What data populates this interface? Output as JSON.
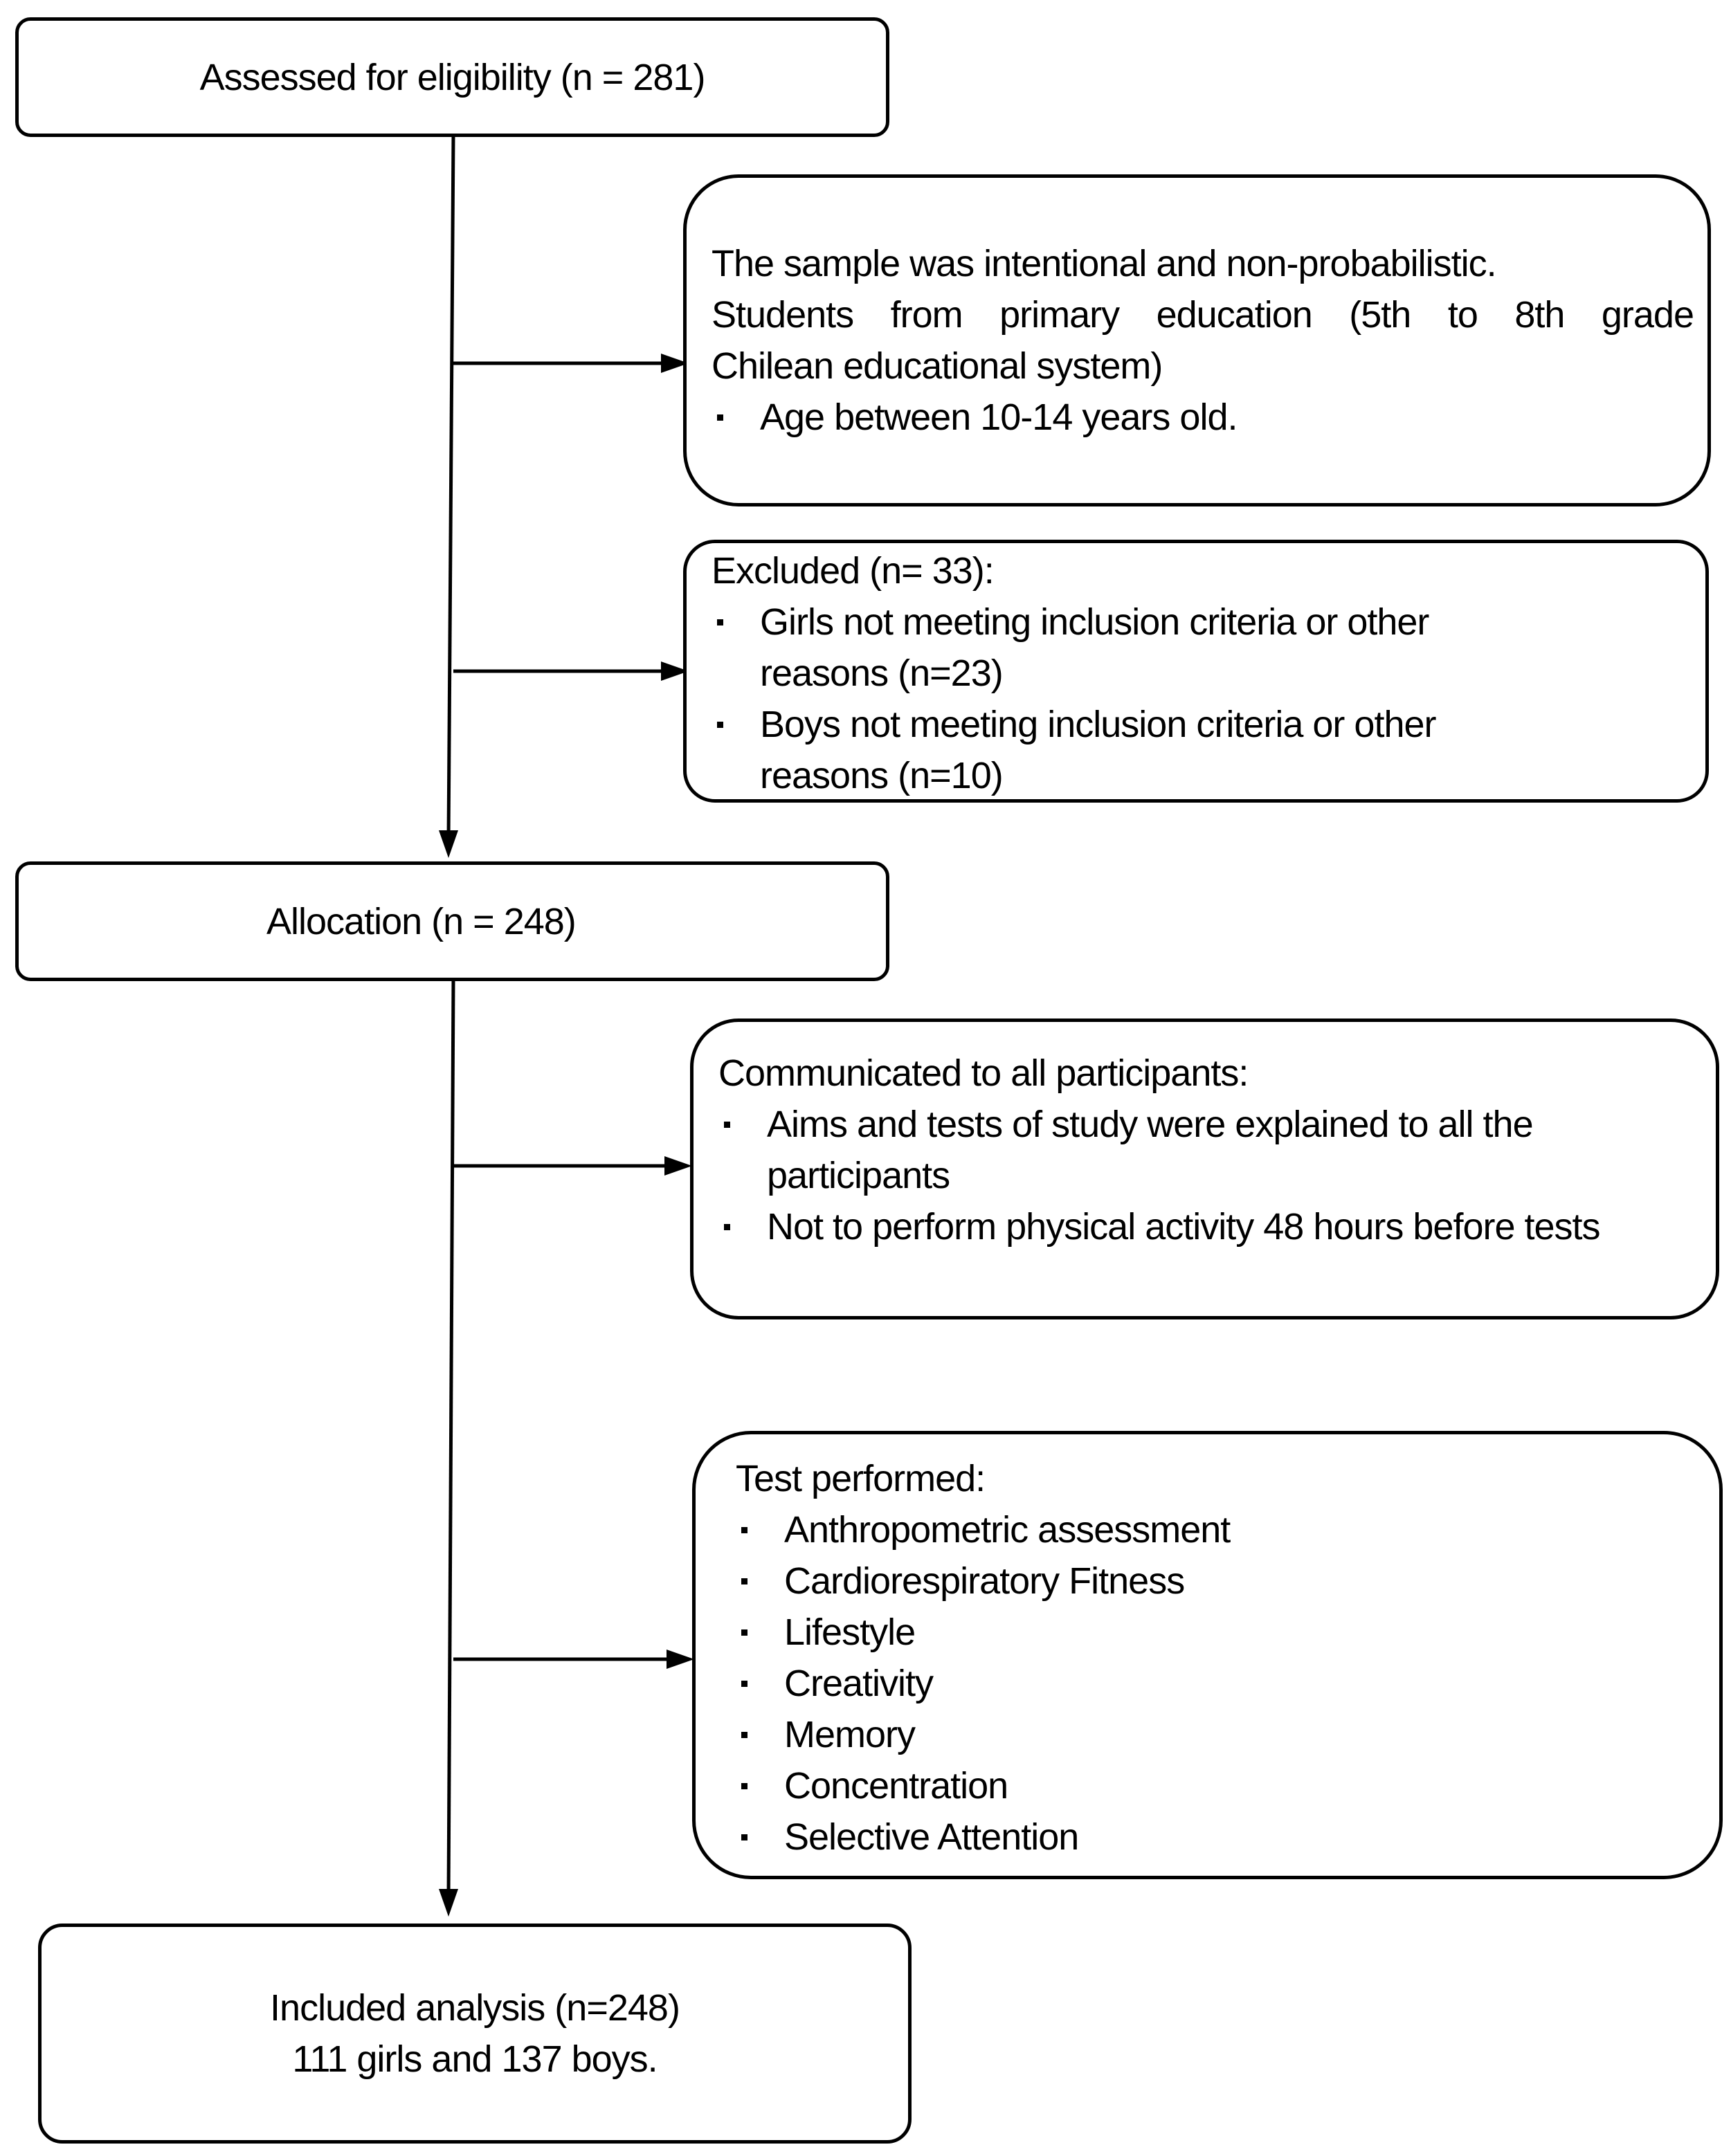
{
  "diagram": {
    "assessed": {
      "text": "Assessed  for eligibility (n = 281)"
    },
    "sample": {
      "line1": "The sample was intentional and non-probabilistic.",
      "line2": "Students from primary education (5th to 8th grade",
      "line3": "Chilean educational system)",
      "bullets": [
        "Age between 10-14 years old."
      ]
    },
    "excluded": {
      "heading": "Excluded (n= 33):",
      "bullets": [
        "Girls not meeting inclusion criteria or other reasons  (n=23)",
        "Boys not meeting inclusion criteria or other reasons  (n=10)"
      ]
    },
    "allocation": {
      "text": "Allocation (n = 248)"
    },
    "communicated": {
      "heading": "Communicated to all participants:",
      "bullets": [
        "Aims and tests of study were explained to all the participants",
        "Not to perform physical activity 48 hours before tests"
      ]
    },
    "tests": {
      "heading": "Test performed:",
      "bullets": [
        "Anthropometric assessment",
        "Cardiorespiratory Fitness",
        "Lifestyle",
        "Creativity",
        "Memory",
        "Concentration",
        "Selective Attention"
      ]
    },
    "included": {
      "line1": "Included analysis (n=248)",
      "line2": "111 girls and 137 boys."
    }
  }
}
